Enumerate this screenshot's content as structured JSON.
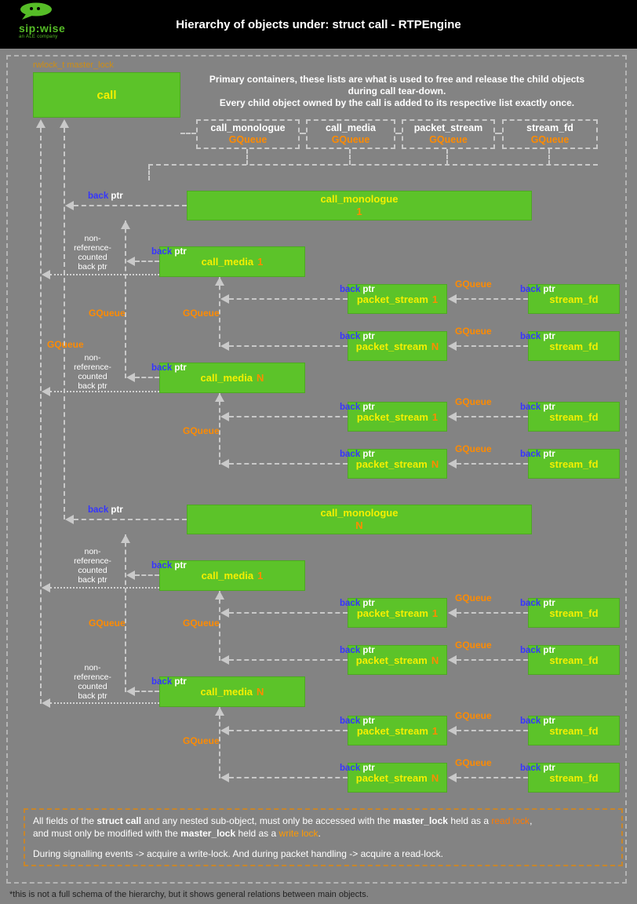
{
  "header": {
    "logo_brand": "sip:wise",
    "logo_tagline": "an ALE company",
    "title": "Hierarchy of objects under: struct call - RTPEngine"
  },
  "master_lock": "rwlock_t master_lock",
  "intro": {
    "line1": "Primary containers, these lists are what is used to free and release the child objects",
    "line2": "during call tear-down.",
    "line3": "Every child object owned by the call is added to its respective list exactly once."
  },
  "containers": [
    {
      "name": "call_monologue",
      "type": "GQueue"
    },
    {
      "name": "call_media",
      "type": "GQueue"
    },
    {
      "name": "packet_stream",
      "type": "GQueue"
    },
    {
      "name": "stream_fd",
      "type": "GQueue"
    }
  ],
  "nodes": {
    "call": "call",
    "monologue": "call_monologue",
    "media": "call_media",
    "packet_stream": "packet_stream",
    "stream_fd": "stream_fd",
    "idx_one": "1",
    "idx_n": "N"
  },
  "labels": {
    "back": "back",
    "ptr": "ptr",
    "gqueue": "GQueue",
    "nonref1": "non-",
    "nonref2": "reference-",
    "nonref3": "counted",
    "nonref4": "back ptr"
  },
  "note": {
    "l1a": "All fields of the ",
    "l1b": "struct call",
    "l1c": " and any nested sub-object, must only be accessed with the ",
    "l1d": "master_lock",
    "l1e": " held as a ",
    "l1f": "read lock",
    "l1g": ",",
    "l2a": "and must only be modified with the ",
    "l2b": "master_lock",
    "l2c": " held as a ",
    "l2d": "write lock",
    "l2e": ".",
    "l3": "During signalling events -> acquire a write-lock. And during packet handling -> acquire a read-lock."
  },
  "footnote": "*this is not a full schema of the hierarchy, but it shows general relations between main objects.",
  "colors": {
    "box_green": "#5cc329",
    "box_text_yellow": "#f4f000",
    "index_orange": "#ff8b00",
    "back_blue": "#3535ff",
    "background_gray": "#838383",
    "header_black": "#000000",
    "note_border_orange": "#c8862a"
  }
}
